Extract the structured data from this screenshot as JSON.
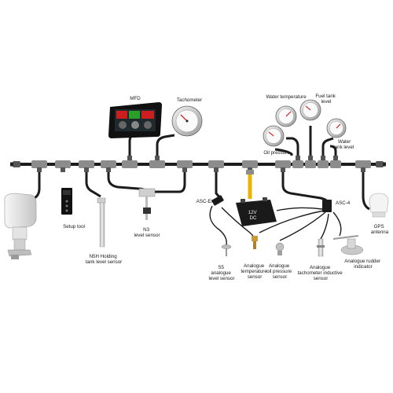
{
  "labels": {
    "mfd": "MFD",
    "tachometer": "Tachometer",
    "water_temperature": "Water temperature",
    "fuel_tank_level": [
      "Fuel tank",
      "level"
    ],
    "water_tank_level": [
      "Water",
      "tank level"
    ],
    "oil_pressure": "Oil pressure",
    "asc_ea": "ASC-E/A",
    "asc_4": "ASC-4",
    "battery": [
      "12V",
      "DC"
    ],
    "gps_antenna": [
      "GPS",
      "antenna"
    ],
    "setup_tool": "Setup tool",
    "n5h_sensor": [
      "N5H Holding",
      "tank level sensor"
    ],
    "n3_sensor": [
      "N3",
      "level sensor"
    ],
    "s5_sensor": [
      "S5",
      "analogue",
      "level sensor"
    ],
    "analogue_temperature_sensor": [
      "Analogue",
      "temperature",
      "sensor"
    ],
    "analogue_oil_pressure_sensor": [
      "Analogue",
      "oil pressure",
      "sensor"
    ],
    "analogue_tachometer_sensor": [
      "Analogue",
      "tachometer inductive",
      "sensor"
    ],
    "analogue_rudder_indicator": [
      "Analogue rudder",
      "indicator"
    ]
  },
  "colors": {
    "cable": "#1c1c1c",
    "tee": "#8c8c8c",
    "power_cable": "#e8b400",
    "engine": "#d6d6d6",
    "gauge_bezel": "#b8b8b8"
  }
}
